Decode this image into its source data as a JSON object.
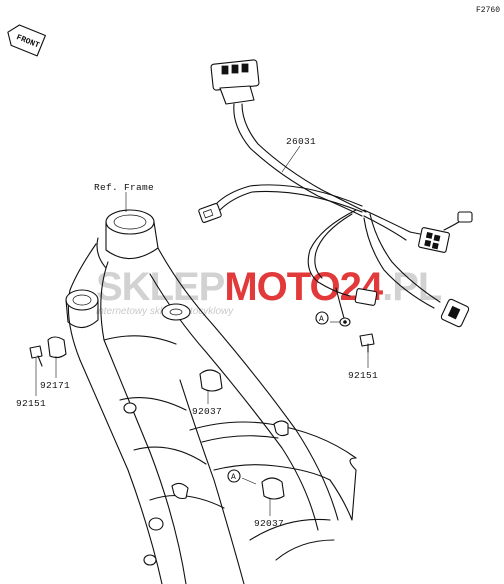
{
  "figure_code": "F2760",
  "front_tag": "FRONT",
  "watermark": {
    "brand_part1": "SKLEP",
    "brand_part2": "MOTO",
    "brand_part3": "24",
    "brand_tld": ".PL",
    "tagline": "internetowy sklep motocyklowy",
    "color_gray": "#d2d2d2",
    "color_red": "#e23a3a"
  },
  "callouts": {
    "ref_frame": "Ref. Frame",
    "harness": "26031",
    "clamp_left": "92171",
    "bolt_left": "92151",
    "bolt_right": "92151",
    "clamp_mid": "92037",
    "clamp_low": "92037",
    "ref_a": "A"
  }
}
